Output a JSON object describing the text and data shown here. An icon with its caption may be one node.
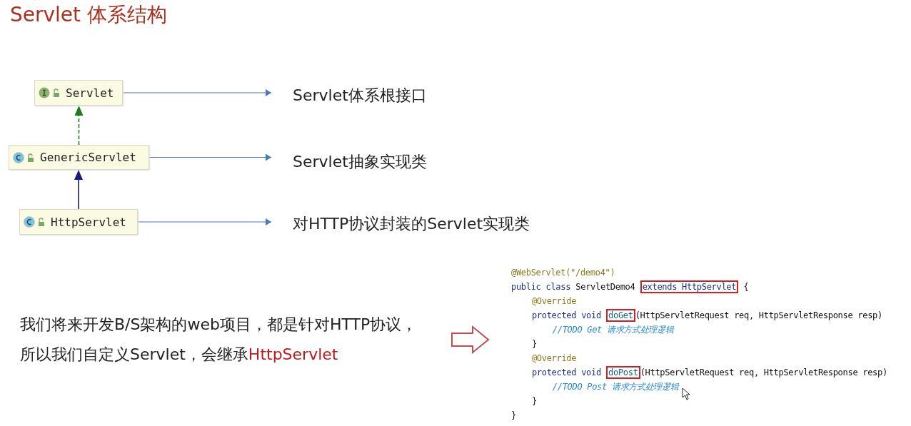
{
  "diagram": {
    "title": "Servlet 体系结构",
    "nodes": [
      {
        "text": [
          "Servlet"
        ]
      },
      {
        "text": [
          "GenericServlet"
        ]
      },
      {
        "text": [
          "HttpServlet"
        ]
      },
      {
        "text": [
          "Servlet体系根接口"
        ]
      },
      {
        "text": [
          "Servlet抽象实现类"
        ]
      },
      {
        "text": [
          "对HTTP协议封装的Servlet实现类"
        ]
      },
      {
        "text": [
          "我们将来开发B/S架构的web项目，都是针对HTTP协议，所以我们自定义Servlet，会继承",
          "HttpServlet"
        ]
      },
      {
        "text": [
          "@WebServlet(\"/demo4\")",
          "public class",
          "ServletDemo4",
          "extends HttpServlet",
          "{",
          "@Override",
          "protected void",
          "doGet",
          "(HttpServletRequest req, HttpServletResponse resp)",
          "//TODO Get 请求方式处理逻辑",
          "}",
          "@Override",
          "protected void",
          "doPost",
          "(HttpServletRequest req, HttpServletResponse resp)",
          "//TODO Post 请求方式处理逻辑",
          "}",
          "}"
        ]
      }
    ],
    "edges": [
      {
        "from": 0,
        "to": 3,
        "arrow": "to"
      },
      {
        "from": 1,
        "to": 4,
        "arrow": "to"
      },
      {
        "from": 2,
        "to": 5,
        "arrow": "to"
      },
      {
        "from": 1,
        "to": 0,
        "arrow": "to",
        "style": "dashed",
        "color": "#1e7b1e"
      },
      {
        "from": 2,
        "to": 1,
        "arrow": "to",
        "color": "#1a1a7a"
      },
      {
        "from": 6,
        "to": 7,
        "arrow": "to",
        "style": "thick",
        "color": "#c0504d"
      }
    ]
  }
}
